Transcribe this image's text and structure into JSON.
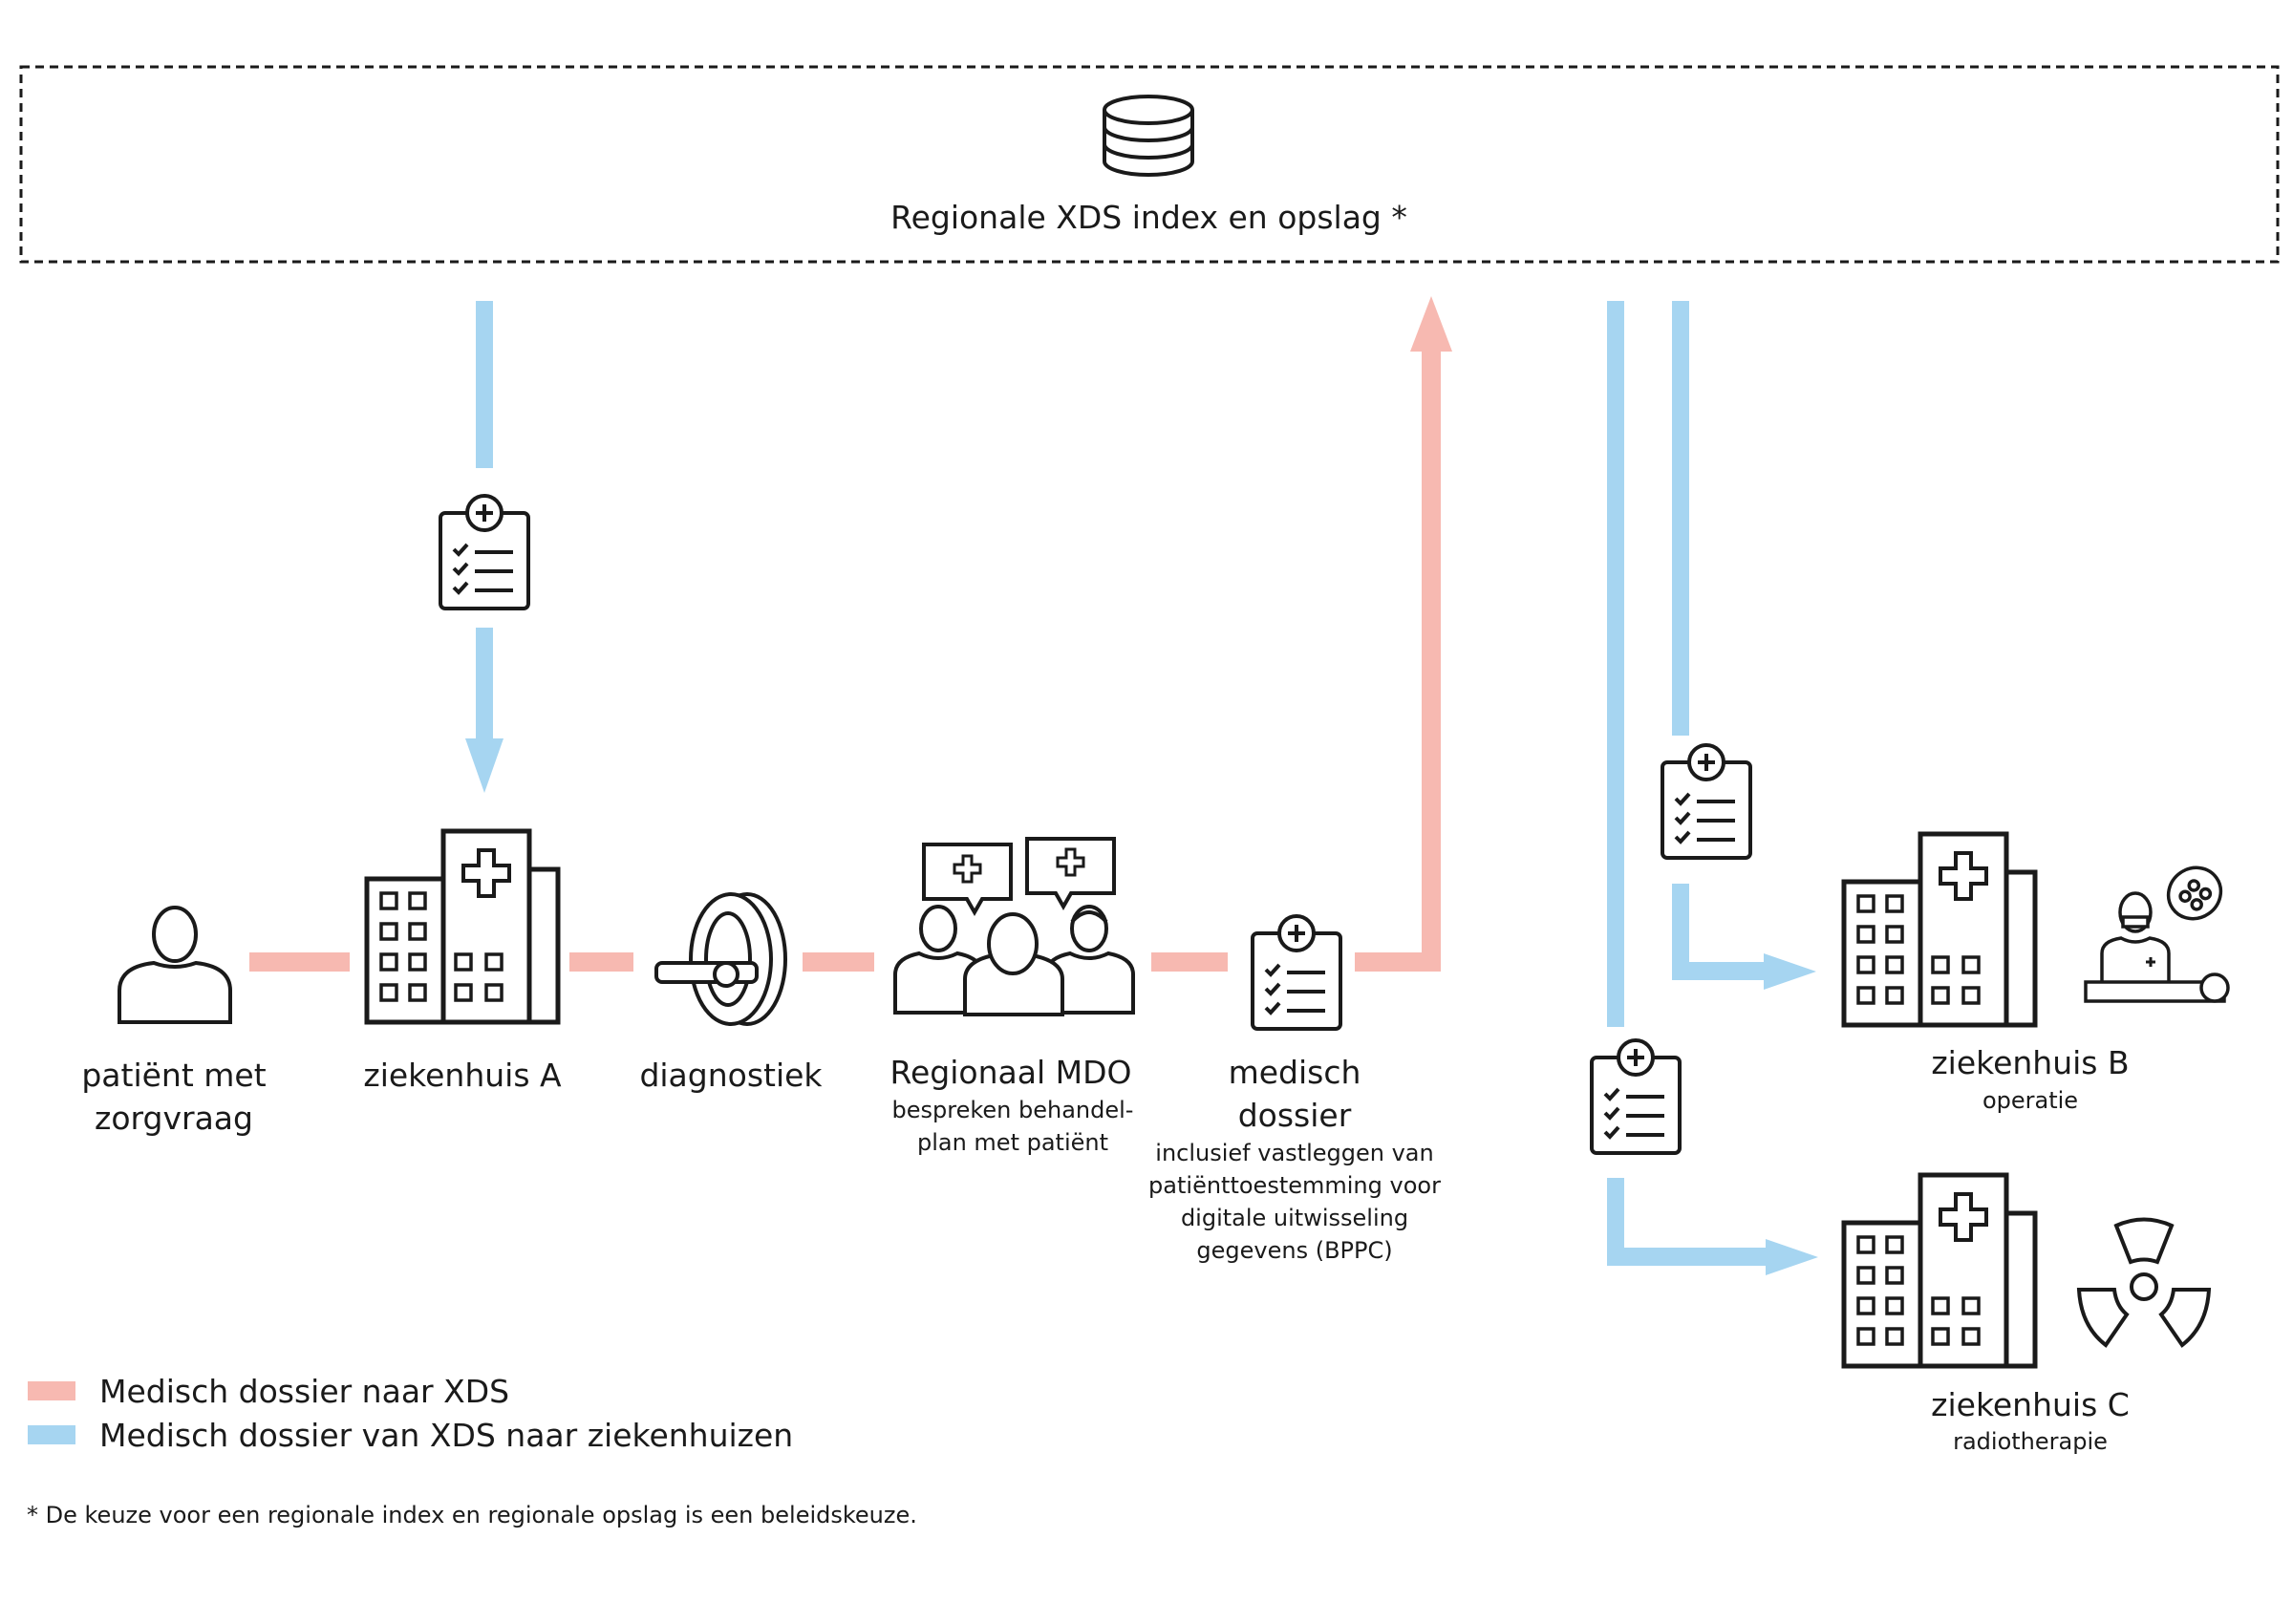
{
  "store": {
    "title": "Regionale XDS index en opslag *"
  },
  "steps": {
    "patient": {
      "title": "patiënt met zorgvraag"
    },
    "hospital_a": {
      "title": "ziekenhuis A"
    },
    "diagnostics": {
      "title": "diagnostiek"
    },
    "mdo": {
      "title": "Regionaal MDO",
      "sub": "bespreken behandel-plan met patiënt"
    },
    "record": {
      "title": "medisch dossier",
      "sub": "inclusief vastleggen van patiënttoestemming voor digitale uitwisseling gegevens (BPPC)"
    }
  },
  "hospitals": {
    "b": {
      "title": "ziekenhuis B",
      "sub": "operatie"
    },
    "c": {
      "title": "ziekenhuis C",
      "sub": "radiotherapie"
    }
  },
  "legend": {
    "to_xds": "Medisch dossier naar XDS",
    "from_xds": "Medisch dossier van XDS naar ziekenhuizen"
  },
  "footnote": "* De keuze voor een regionale index en regionale opslag is een beleidskeuze.",
  "colors": {
    "to_xds": "#f7b9b1",
    "from_xds": "#a6d5f1",
    "stroke": "#1a1a1a"
  },
  "icons": [
    "database-icon",
    "clipboard-icon",
    "person-icon",
    "hospital-icon",
    "scanner-icon",
    "team-icon",
    "surgeon-icon",
    "radiation-icon"
  ]
}
